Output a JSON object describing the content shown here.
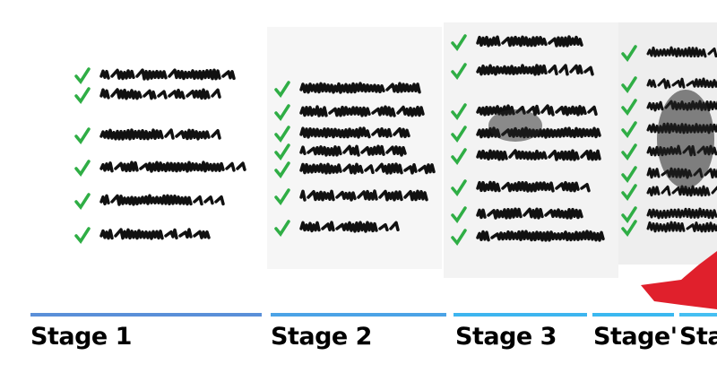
{
  "stages": [
    {
      "label": "Stage 1",
      "color": "#5a8fd8",
      "checklist_items": 6
    },
    {
      "label": "Stage 2",
      "color": "#4ba3e6",
      "checklist_items": 7
    },
    {
      "label": "Stage 3",
      "color": "#3db5ef",
      "checklist_items": 8
    },
    {
      "label": "Stage'",
      "color": "#3ab8f0",
      "checklist_items": 9
    },
    {
      "label": "Sta",
      "color": "#45bff2",
      "checklist_items": 0
    }
  ],
  "colors": {
    "check": "#2fae45",
    "scribble": "#111111",
    "figure": "#e0202c"
  }
}
